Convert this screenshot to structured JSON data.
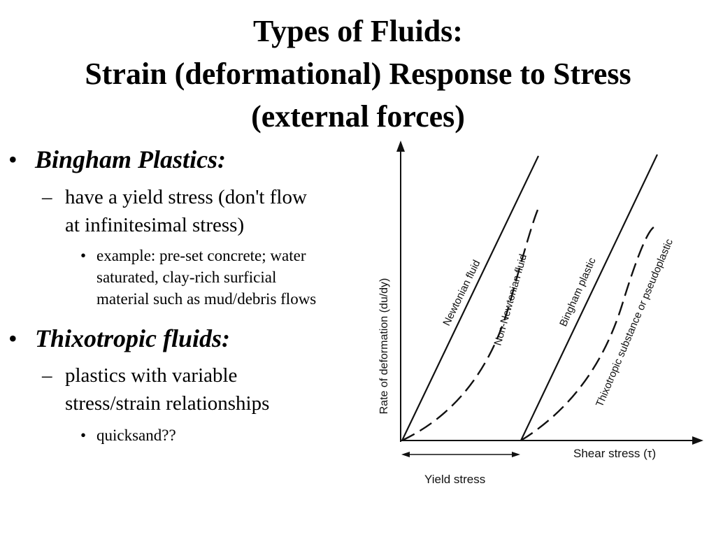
{
  "title": {
    "line1": "Types of Fluids:",
    "line2": "Strain (deformational) Response to Stress",
    "line3": "(external forces)"
  },
  "bullets": [
    {
      "heading": "Bingham Plastics:",
      "sub": {
        "line1": "have a yield stress (don't flow",
        "line2": "at infinitesimal stress)"
      },
      "example": {
        "line1": "example: pre-set concrete; water",
        "line2": "saturated, clay-rich surficial",
        "line3": "material such as mud/debris flows"
      }
    },
    {
      "heading": "Thixotropic fluids:",
      "sub": {
        "line1": "plastics with variable",
        "line2": "stress/strain relationships"
      },
      "example": {
        "line1": "quicksand??"
      }
    }
  ],
  "diagram": {
    "y_axis_label": "Rate of deformation (du/dy)",
    "x_axis_label": "Shear stress (τ)",
    "yield_label": "Yield stress",
    "curves": {
      "newtonian": "Newtonian fluid",
      "non_newtonian": "Non-Newtonian fluid",
      "bingham": "Bingham plastic",
      "thixotropic": "Thixotropic substance or pseudoplastic"
    }
  }
}
